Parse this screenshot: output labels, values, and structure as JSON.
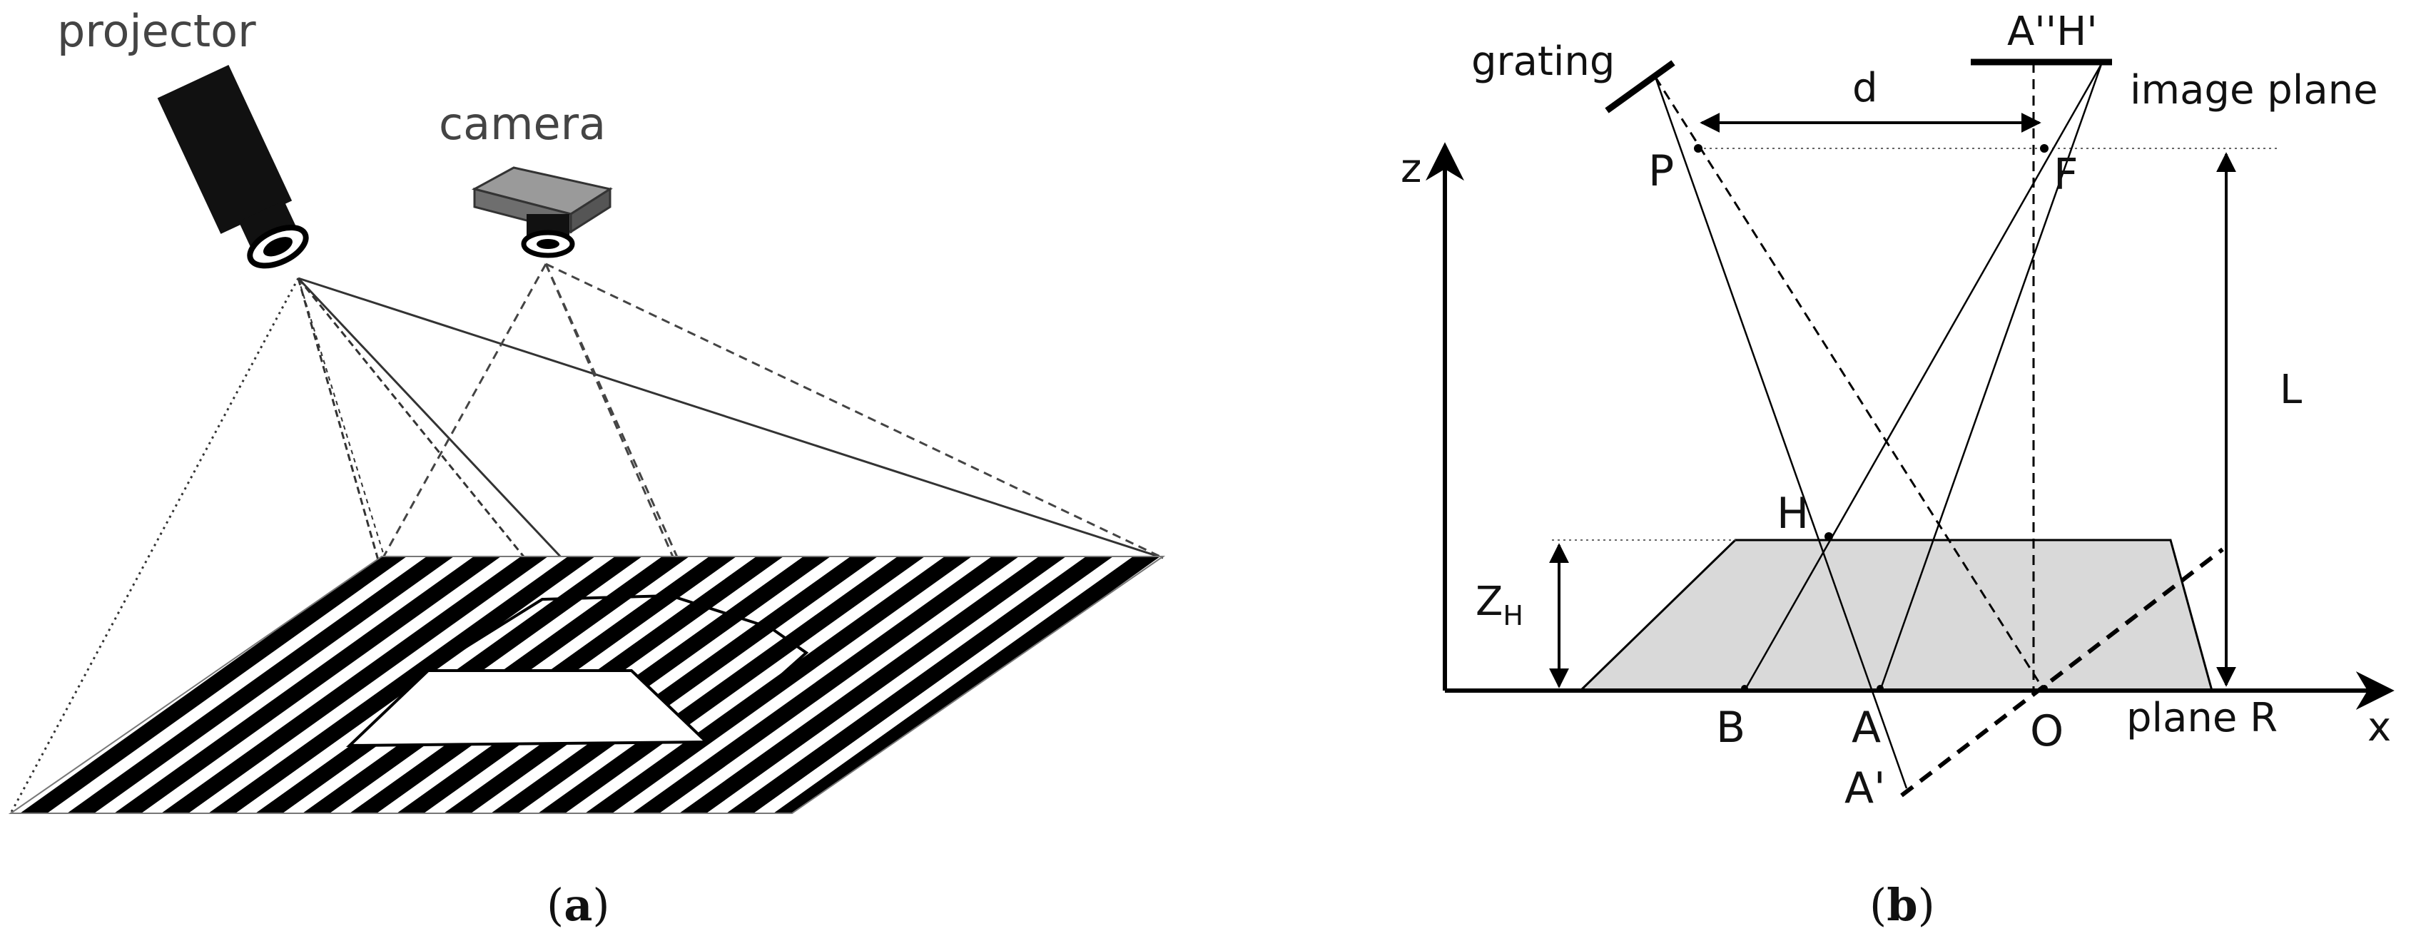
{
  "panel_a": {
    "projector_label": "projector",
    "camera_label": "camera",
    "caption": {
      "open": "(",
      "letter": "a",
      "close": ")"
    }
  },
  "panel_b": {
    "axis_z": "z",
    "axis_x": "x",
    "grating_label": "grating",
    "image_plane_label": "image plane",
    "top_points_label": "A''H'",
    "distance_label": "d",
    "height_label": "L",
    "zh_main": "Z",
    "zh_sub": "H",
    "point_P": "P",
    "point_F": "F",
    "point_H": "H",
    "point_B": "B",
    "point_A": "A",
    "point_O": "O",
    "point_A_prime": "A'",
    "plane_R_label": "plane R",
    "caption": {
      "open": "(",
      "letter": "b",
      "close": ")"
    }
  },
  "colors": {
    "stripe": "#000000",
    "object_fill": "#d9d9d9",
    "camera_body": "#8a8a8a"
  }
}
